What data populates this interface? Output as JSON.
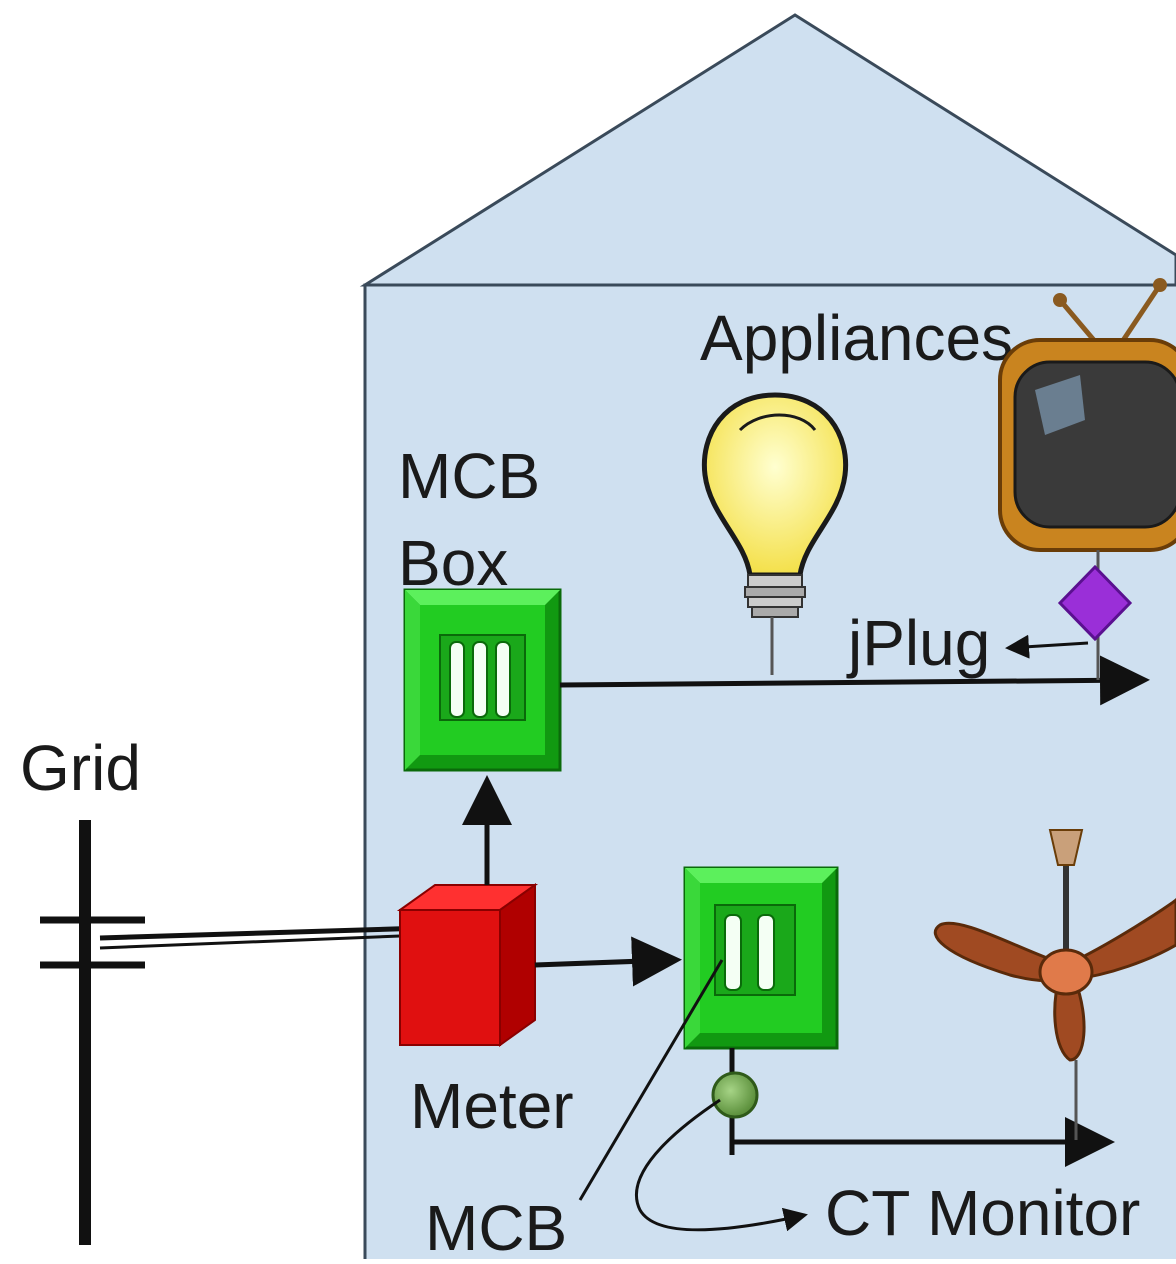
{
  "labels": {
    "grid": "Grid",
    "mcb_box_line1": "MCB",
    "mcb_box_line2": "Box",
    "appliances": "Appliances",
    "jplug": "jPlug",
    "meter": "Meter",
    "mcb": "MCB",
    "ct_monitor": "CT Monitor"
  },
  "colors": {
    "house_fill": "#cfe0f0",
    "house_stroke": "#3a4a5a",
    "mcb_green": "#22cc22",
    "mcb_dark_green": "#119911",
    "meter_red": "#e01010",
    "jplug_purple": "#9a2fd8",
    "ct_monitor_green": "#6aa84f",
    "bulb_yellow": "#fff27a",
    "fan_brown": "#b0552a",
    "tv_orange": "#c9841f"
  },
  "icons": [
    "utility-pole-icon",
    "mcb-box-icon",
    "meter-cube-icon",
    "mcb-switch-icon",
    "light-bulb-icon",
    "television-icon",
    "jplug-diamond-icon",
    "ct-sensor-icon",
    "ceiling-fan-icon"
  ]
}
